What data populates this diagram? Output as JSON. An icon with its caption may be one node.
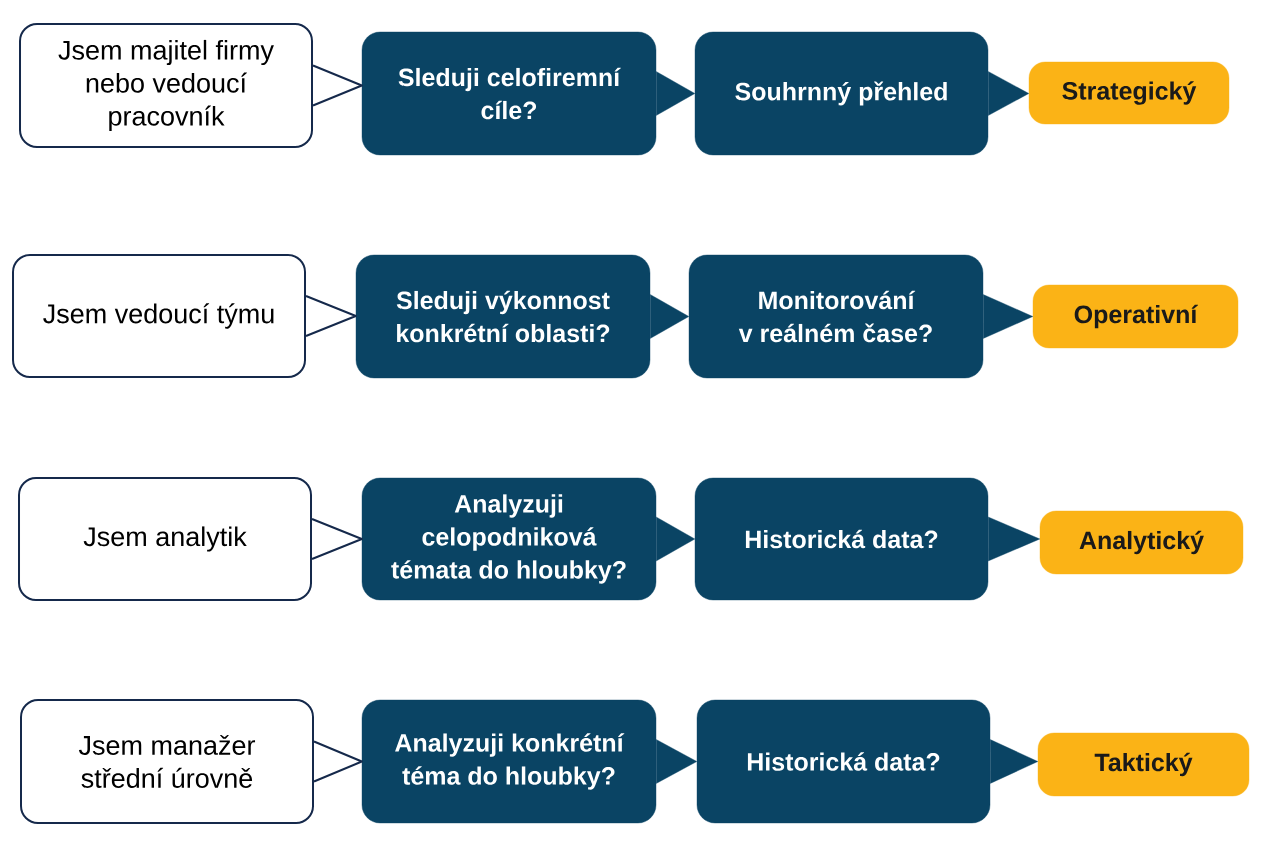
{
  "diagram": {
    "nodes": [
      {
        "text": [
          "Jsem majitel firmy nebo vedoucí pracovník"
        ]
      },
      {
        "text": [
          "Sleduji celofiremní cíle?"
        ]
      },
      {
        "text": [
          "Souhrnný přehled"
        ]
      },
      {
        "text": [
          "Strategický"
        ]
      },
      {
        "text": [
          "Jsem vedoucí týmu"
        ]
      },
      {
        "text": [
          "Sleduji výkonnost konkrétní oblasti?"
        ]
      },
      {
        "text": [
          "Monitorování v reálném čase?"
        ]
      },
      {
        "text": [
          "Operativní"
        ]
      },
      {
        "text": [
          "Jsem analytik"
        ]
      },
      {
        "text": [
          "Analyzuji celopodniková témata do hloubky?"
        ]
      },
      {
        "text": [
          "Historická data?"
        ]
      },
      {
        "text": [
          "Analytický"
        ]
      },
      {
        "text": [
          "Jsem manažer střední úrovně"
        ]
      },
      {
        "text": [
          "Analyzuji konkrétní téma do hloubky?"
        ]
      },
      {
        "text": [
          "Historická data?"
        ]
      },
      {
        "text": [
          "Taktický"
        ]
      }
    ],
    "edges": [
      {
        "from": 0,
        "to": 1,
        "arrow": "to"
      },
      {
        "from": 1,
        "to": 2,
        "arrow": "to"
      },
      {
        "from": 2,
        "to": 3,
        "arrow": "to"
      },
      {
        "from": 4,
        "to": 5,
        "arrow": "to"
      },
      {
        "from": 5,
        "to": 6,
        "arrow": "to"
      },
      {
        "from": 6,
        "to": 7,
        "arrow": "to"
      },
      {
        "from": 8,
        "to": 9,
        "arrow": "to"
      },
      {
        "from": 9,
        "to": 10,
        "arrow": "to"
      },
      {
        "from": 10,
        "to": 11,
        "arrow": "to"
      },
      {
        "from": 12,
        "to": 13,
        "arrow": "to"
      },
      {
        "from": 13,
        "to": 14,
        "arrow": "to"
      },
      {
        "from": 14,
        "to": 15,
        "arrow": "to"
      }
    ]
  }
}
